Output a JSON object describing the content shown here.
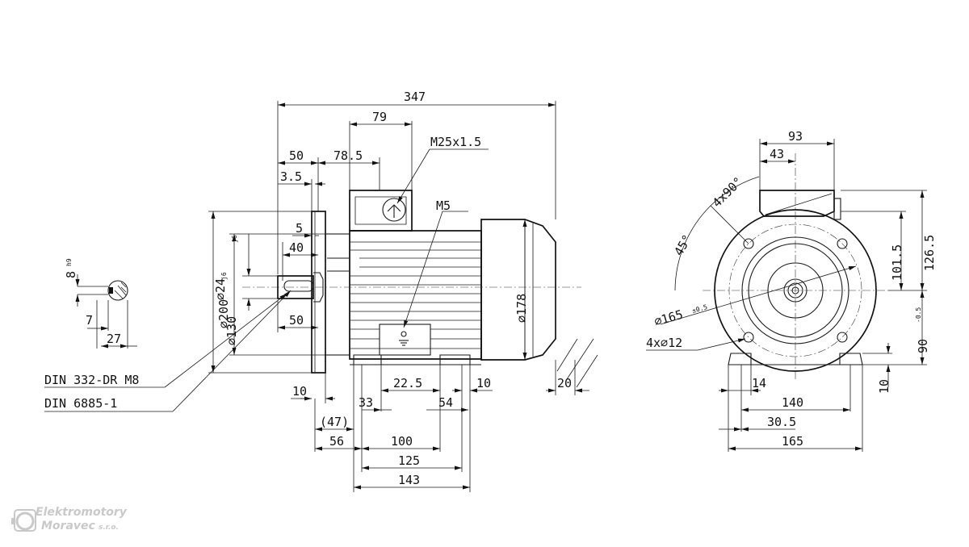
{
  "side_view": {
    "dims": {
      "overall_length": "347",
      "terminal_box_width": "79",
      "flange_to_box": "78.5",
      "shaft_length_top": "50",
      "flange_thickness": "3.5",
      "gland_thread": "M25x1.5",
      "earth_screw": "M5",
      "spigot_depth": "5",
      "key_length": "40",
      "shaft_dia": "⌀24",
      "shaft_dia_tol": "j6",
      "flange_dia": "⌀200",
      "spigot_dia": "⌀130",
      "spigot_dia_tol": "j6",
      "frame_dia": "⌀178",
      "shaft_length_bottom": "50",
      "flange_gap": "10",
      "foot_offset": "22.5",
      "foot_height": "10",
      "foot_inner": "33",
      "foot_width": "54",
      "shaft_shoulder": "(47)",
      "shaft_to_foot": "56",
      "foot_hole_pitch": "100",
      "foot_hole_pitch2": "125",
      "foot_overall": "143",
      "shaft_height": "20"
    },
    "notes": {
      "center_hole": "DIN 332-DR M8",
      "key_std": "DIN 6885-1"
    }
  },
  "shaft_section": {
    "key_width": "8",
    "key_width_tol": "h9",
    "key_depth": "7",
    "shaft_height_key": "27"
  },
  "front_view": {
    "dims": {
      "box_width": "93",
      "box_offset": "43",
      "hole_angle": "4x90°",
      "hole_angle_offset": "45°",
      "pcd": "⌀165",
      "pcd_tol": "±0.5",
      "holes": "4x⌀12",
      "box_height": "101.5",
      "overall_height": "126.5",
      "axis_height": "90",
      "axis_height_tol": "-0.5",
      "foot_thickness": "10",
      "foot_hole": "14",
      "foot_hole_pitch": "140",
      "foot_slot": "30.5",
      "foot_width": "165"
    }
  },
  "logo": {
    "line1": "Elektromotory",
    "line2": "Moravec",
    "line2_suffix": "s.r.o."
  }
}
